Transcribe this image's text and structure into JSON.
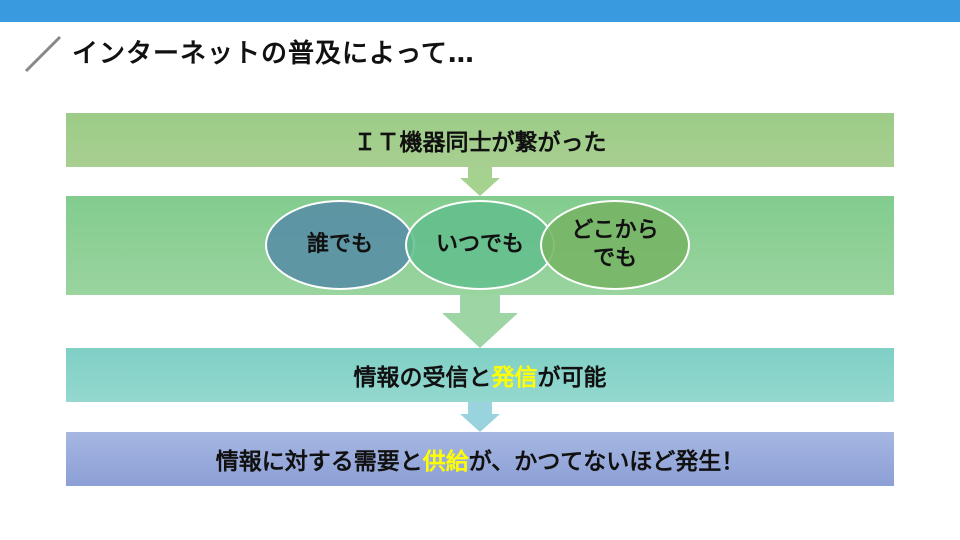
{
  "slide": {
    "title": "インターネットの普及によって…"
  },
  "flow": {
    "step1": "ＩＴ機器同士が繋がった",
    "circles": [
      "誰でも",
      "いつでも",
      "どこから\nでも"
    ],
    "step3": {
      "before": "情報の受信と",
      "highlight": "発信",
      "after": "が可能"
    },
    "step4": {
      "before": "情報に対する需要と",
      "highlight": "供給",
      "after": "が、かつてないほど発生！"
    }
  },
  "colors": {
    "topbar": "#3a9ae0",
    "highlight": "#ffff00"
  }
}
